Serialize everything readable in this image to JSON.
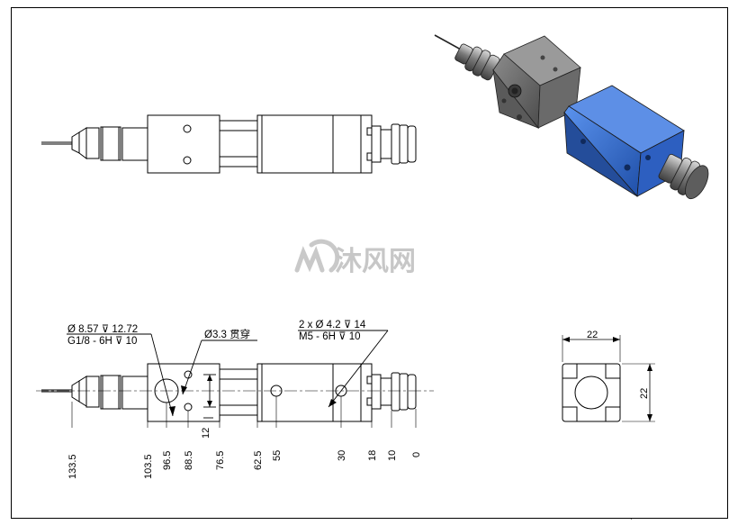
{
  "watermark": {
    "text": "沐风网",
    "logo": "mf-logo"
  },
  "notes": {
    "left_line1": "Ø 8.57 ⊽ 12.72",
    "left_line2": "G1/8 - 6H ⊽ 10",
    "mid": "Ø3.3 贯穿",
    "right_line1": "2 x Ø 4.2 ⊽ 14",
    "right_line2": "M5 - 6H ⊽ 10"
  },
  "dims": {
    "d1335": "133.5",
    "d1035": "103.5",
    "d965": "96.5",
    "d885": "88.5",
    "d765": "76.5",
    "d625": "62.5",
    "d55": "55",
    "d30": "30",
    "d18": "18",
    "d10": "10",
    "d0": "0",
    "d12": "12",
    "end_w": "22",
    "end_h": "22"
  },
  "colors": {
    "blue_body": "#2f6fd8",
    "grey_body": "#6e6e6e",
    "line": "#000000",
    "watermark": "#c7c7c7"
  }
}
